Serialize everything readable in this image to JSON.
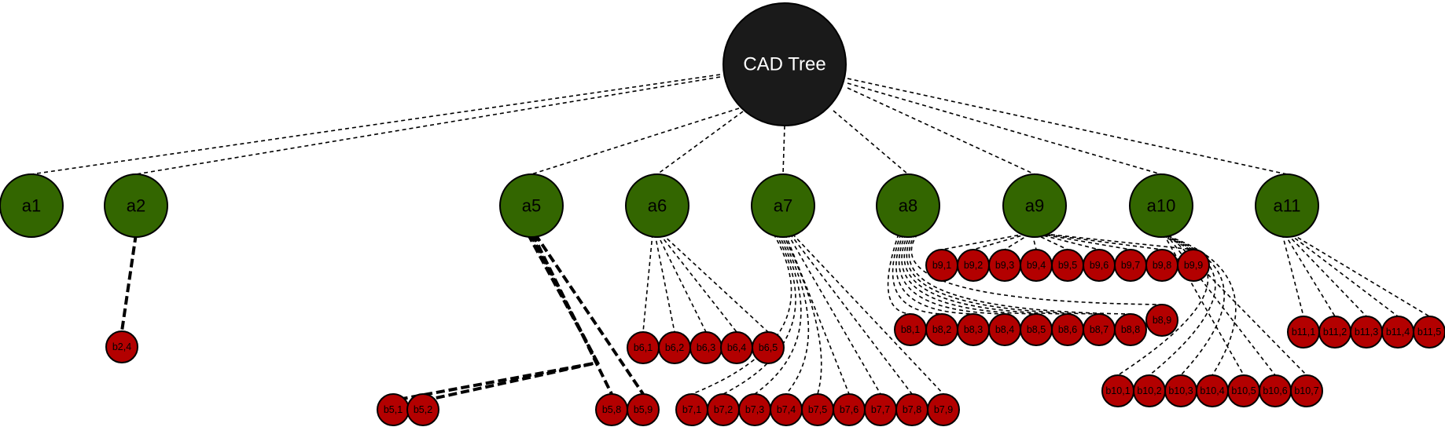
{
  "root": {
    "label": "CAD Tree"
  },
  "level1": [
    "a1",
    "a2",
    "a5",
    "a6",
    "a7",
    "a8",
    "a9",
    "a10",
    "a11"
  ],
  "level2": {
    "a2": [
      "b2,4"
    ],
    "a5": [
      "b5,1",
      "b5,2",
      "b5,8",
      "b5,9"
    ],
    "a6": [
      "b6,1",
      "b6,2",
      "b6,3",
      "b6,4",
      "b6,5"
    ],
    "a7": [
      "b7,1",
      "b7,2",
      "b7,3",
      "b7,4",
      "b7,5",
      "b7,6",
      "b7,7",
      "b7,8",
      "b7,9"
    ],
    "a8": [
      "b8,1",
      "b8,2",
      "b8,3",
      "b8,4",
      "b8,5",
      "b8,6",
      "b8,7",
      "b8,8",
      "b8,9"
    ],
    "a9": [
      "b9,1",
      "b9,2",
      "b9,3",
      "b9,4",
      "b9,5",
      "b9,6",
      "b9,7",
      "b9,8",
      "b9,9"
    ],
    "a10": [
      "b10,1",
      "b10,2",
      "b10,3",
      "b10,4",
      "b10,5",
      "b10,6",
      "b10,7"
    ],
    "a11": [
      "b11,1",
      "b11,2",
      "b11,3",
      "b11,4",
      "b11,5"
    ]
  },
  "colors": {
    "root_fill": "#1a1a1a",
    "level1_fill": "#336600",
    "level2_fill": "#b30000",
    "edge": "#000000"
  }
}
